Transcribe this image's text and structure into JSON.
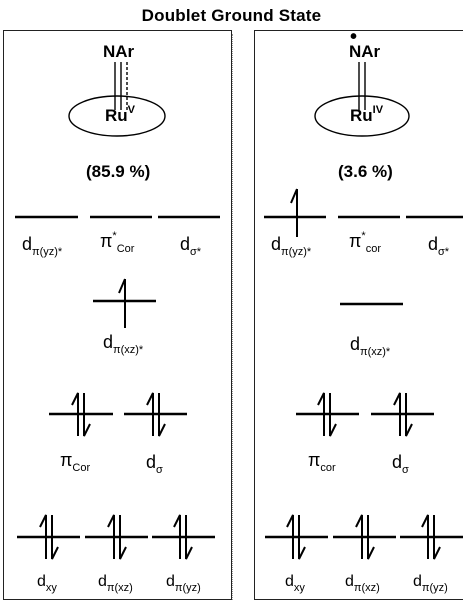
{
  "title": "Doublet Ground State",
  "left": {
    "ligand": "NAr",
    "metal": "Ru",
    "metal_ox": "V",
    "percent": "(85.9 %)",
    "top_levels": [
      {
        "sym": "d",
        "sub": "π(yz)*",
        "sup": ""
      },
      {
        "sym": "π",
        "sub": "Cor",
        "sup": "*"
      },
      {
        "sym": "d",
        "sub": "σ*",
        "sup": ""
      }
    ],
    "mid_level": {
      "sym": "d",
      "sub": "π(xz)*"
    },
    "pair_levels": [
      {
        "sym": "π",
        "sub": "Cor"
      },
      {
        "sym": "d",
        "sub": "σ"
      }
    ],
    "bottom_levels": [
      {
        "sym": "d",
        "sub": "xy"
      },
      {
        "sym": "d",
        "sub": "π(xz)"
      },
      {
        "sym": "d",
        "sub": "π(yz)"
      }
    ]
  },
  "right": {
    "ligand": "NAr",
    "radical_dot": "•",
    "metal": "Ru",
    "metal_ox": "IV",
    "percent": "(3.6 %)",
    "top_levels": [
      {
        "sym": "d",
        "sub": "π(yz)*",
        "sup": ""
      },
      {
        "sym": "π",
        "sub": "cor",
        "sup": "*"
      },
      {
        "sym": "d",
        "sub": "σ*",
        "sup": ""
      }
    ],
    "mid_level": {
      "sym": "d",
      "sub": "π(xz)*"
    },
    "pair_levels": [
      {
        "sym": "π",
        "sub": "cor"
      },
      {
        "sym": "d",
        "sub": "σ"
      }
    ],
    "bottom_levels": [
      {
        "sym": "d",
        "sub": "xy"
      },
      {
        "sym": "d",
        "sub": "π(xz)"
      },
      {
        "sym": "d",
        "sub": "π(yz)"
      }
    ]
  }
}
